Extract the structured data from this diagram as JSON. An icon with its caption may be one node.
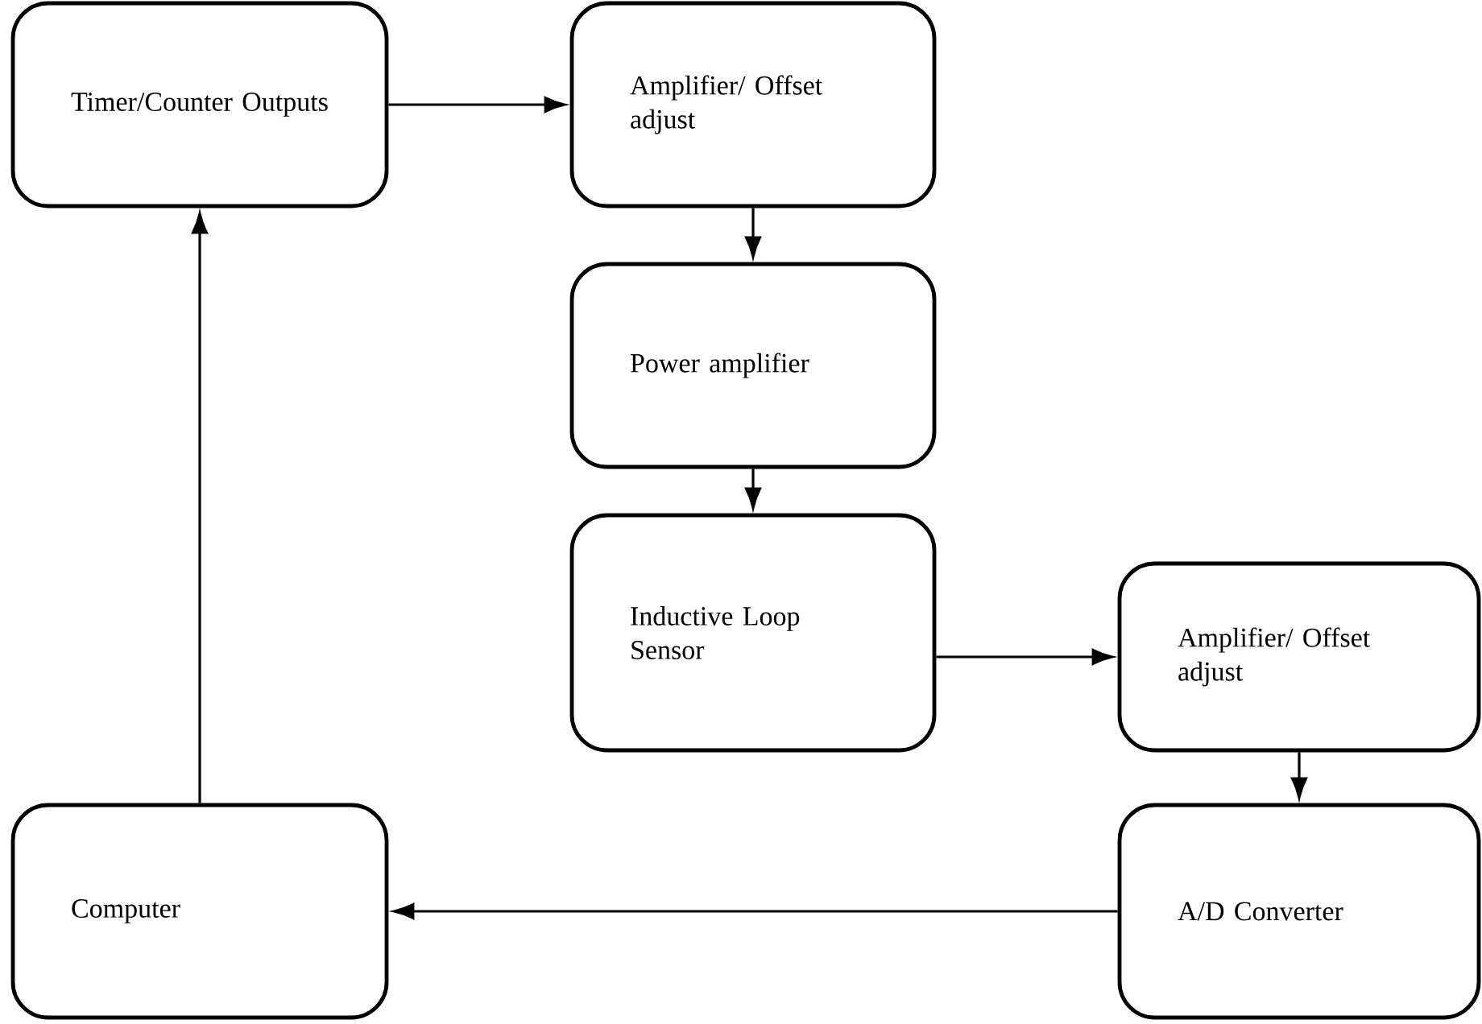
{
  "diagram": {
    "nodes": [
      {
        "text": [
          "Timer/Counter Outputs"
        ]
      },
      {
        "text": [
          "Amplifier/ Offset adjust"
        ]
      },
      {
        "text": [
          "Power amplifier"
        ]
      },
      {
        "text": [
          "Inductive Loop Sensor"
        ]
      },
      {
        "text": [
          "Amplifier/ Offset adjust"
        ]
      },
      {
        "text": [
          "A/D Converter"
        ]
      },
      {
        "text": [
          "Computer"
        ]
      }
    ],
    "edges": [
      {
        "from": 0,
        "to": 1,
        "arrow": "to"
      },
      {
        "from": 1,
        "to": 2,
        "arrow": "to"
      },
      {
        "from": 2,
        "to": 3,
        "arrow": "to"
      },
      {
        "from": 3,
        "to": 4,
        "arrow": "to"
      },
      {
        "from": 4,
        "to": 5,
        "arrow": "to"
      },
      {
        "from": 5,
        "to": 6,
        "arrow": "to"
      },
      {
        "from": 6,
        "to": 0,
        "arrow": "to"
      }
    ]
  }
}
